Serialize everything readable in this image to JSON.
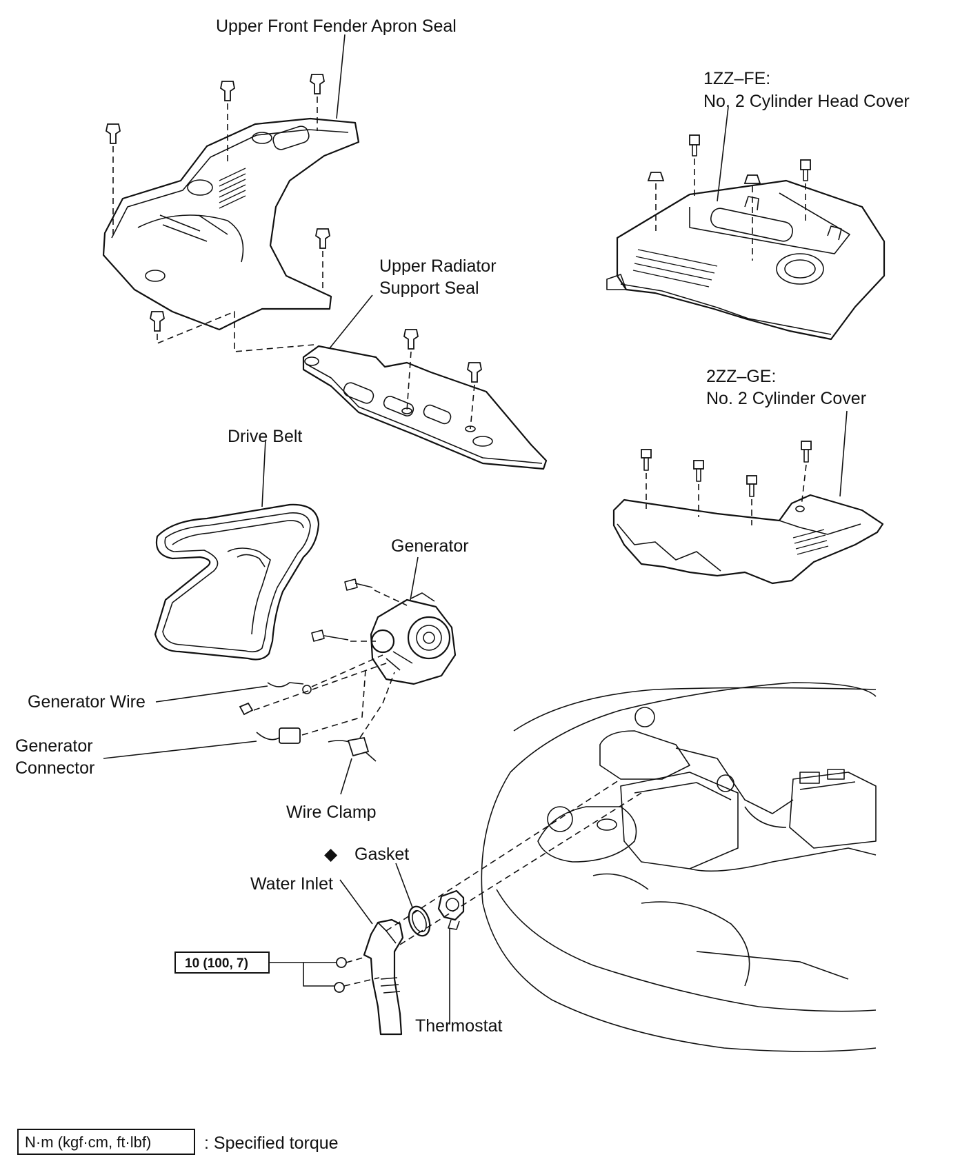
{
  "labels": {
    "upper_front_fender_apron_seal": "Upper Front Fender Apron Seal",
    "engine_1zz_line1": "1ZZ–FE:",
    "engine_1zz_line2": "No. 2 Cylinder Head Cover",
    "upper_radiator_support_seal_line1": "Upper Radiator",
    "upper_radiator_support_seal_line2": "Support Seal",
    "engine_2zz_line1": "2ZZ–GE:",
    "engine_2zz_line2": "No. 2 Cylinder Cover",
    "drive_belt": "Drive Belt",
    "generator": "Generator",
    "generator_wire": "Generator Wire",
    "generator_connector_line1": "Generator",
    "generator_connector_line2": "Connector",
    "wire_clamp": "Wire Clamp",
    "gasket": "Gasket",
    "water_inlet": "Water Inlet",
    "thermostat": "Thermostat"
  },
  "torque_spec": "10 (100, 7)",
  "legend": {
    "unit_box": "N·m (kgf·cm, ft·lbf)",
    "description": ": Specified torque"
  },
  "non_reusable_marker": "◆"
}
